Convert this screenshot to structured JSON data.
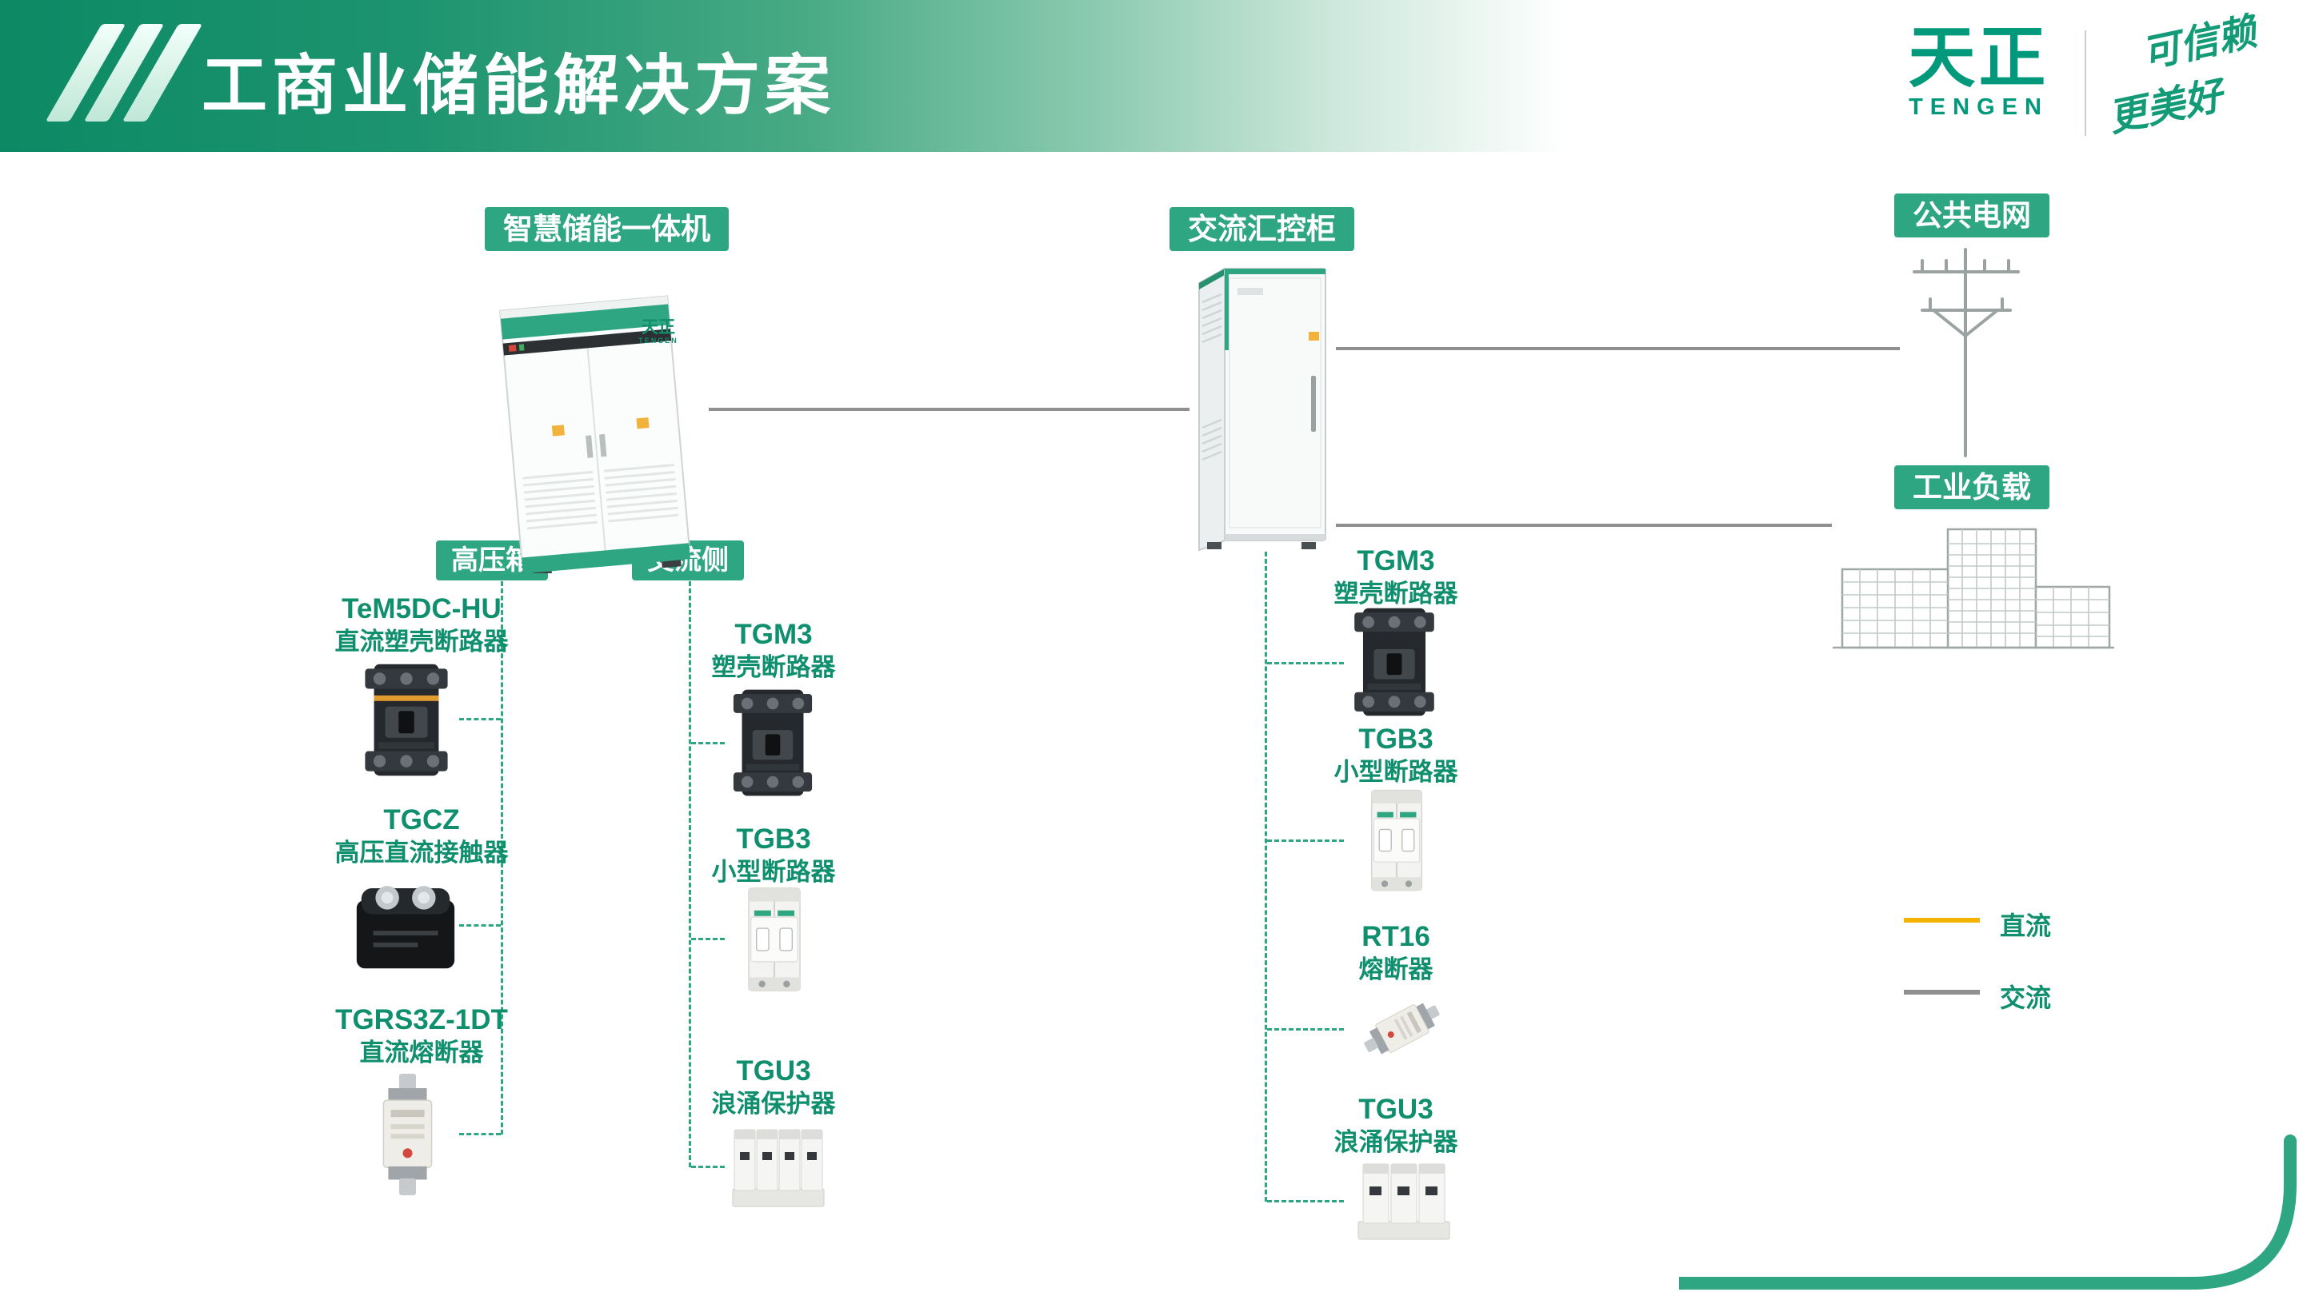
{
  "header": {
    "title": "工商业储能解决方案",
    "brand": {
      "logo": "天正",
      "logo_sub": "TENGEN",
      "slogan1": "可信赖",
      "slogan2": "更美好"
    }
  },
  "nodes": {
    "storage": "智慧储能一体机",
    "ac_cabinet": "交流汇控柜",
    "grid": "公共电网",
    "load": "工业负载",
    "hv_box": "高压箱",
    "ac_side": "交流侧",
    "cabinet_brand": "天正",
    "cabinet_brand_sub": "TENGEN"
  },
  "products": {
    "hv_box": [
      {
        "model": "TeM5DC-HU",
        "desc": "直流塑壳断路器"
      },
      {
        "model": "TGCZ",
        "desc": "高压直流接触器"
      },
      {
        "model": "TGRS3Z-1DT",
        "desc": "直流熔断器"
      }
    ],
    "ac_side": [
      {
        "model": "TGM3",
        "desc": "塑壳断路器"
      },
      {
        "model": "TGB3",
        "desc": "小型断路器"
      },
      {
        "model": "TGU3",
        "desc": "浪涌保护器"
      }
    ],
    "ac_cabinet": [
      {
        "model": "TGM3",
        "desc": "塑壳断路器"
      },
      {
        "model": "TGB3",
        "desc": "小型断路器"
      },
      {
        "model": "RT16",
        "desc": "熔断器"
      },
      {
        "model": "TGU3",
        "desc": "浪涌保护器"
      }
    ]
  },
  "legend": {
    "dc": "直流",
    "ac": "交流"
  },
  "colors": {
    "brand_green": "#0f8f6d",
    "label_bg": "#2fa682",
    "dc_yellow": "#f3b300",
    "ac_gray": "#8f8f8f",
    "header_dark_green": "#0c8a64"
  }
}
